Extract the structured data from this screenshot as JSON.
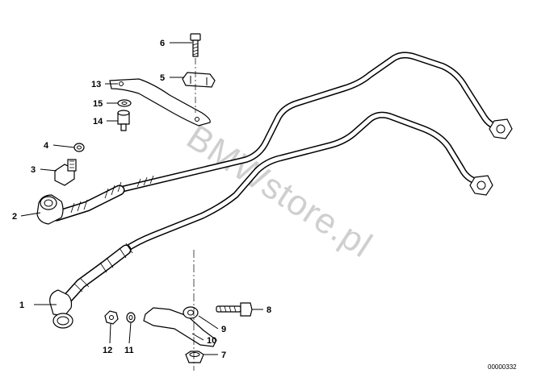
{
  "callouts": [
    {
      "id": "1",
      "label": "1"
    },
    {
      "id": "2",
      "label": "2"
    },
    {
      "id": "3",
      "label": "3"
    },
    {
      "id": "4",
      "label": "4"
    },
    {
      "id": "5",
      "label": "5"
    },
    {
      "id": "6",
      "label": "6"
    },
    {
      "id": "7",
      "label": "7"
    },
    {
      "id": "8",
      "label": "8"
    },
    {
      "id": "9",
      "label": "9"
    },
    {
      "id": "10",
      "label": "10"
    },
    {
      "id": "11",
      "label": "11"
    },
    {
      "id": "12",
      "label": "12"
    },
    {
      "id": "13",
      "label": "13"
    },
    {
      "id": "14",
      "label": "14"
    },
    {
      "id": "15",
      "label": "15"
    }
  ],
  "diagram_code": "00000332",
  "watermark": "BMWstore.pl"
}
